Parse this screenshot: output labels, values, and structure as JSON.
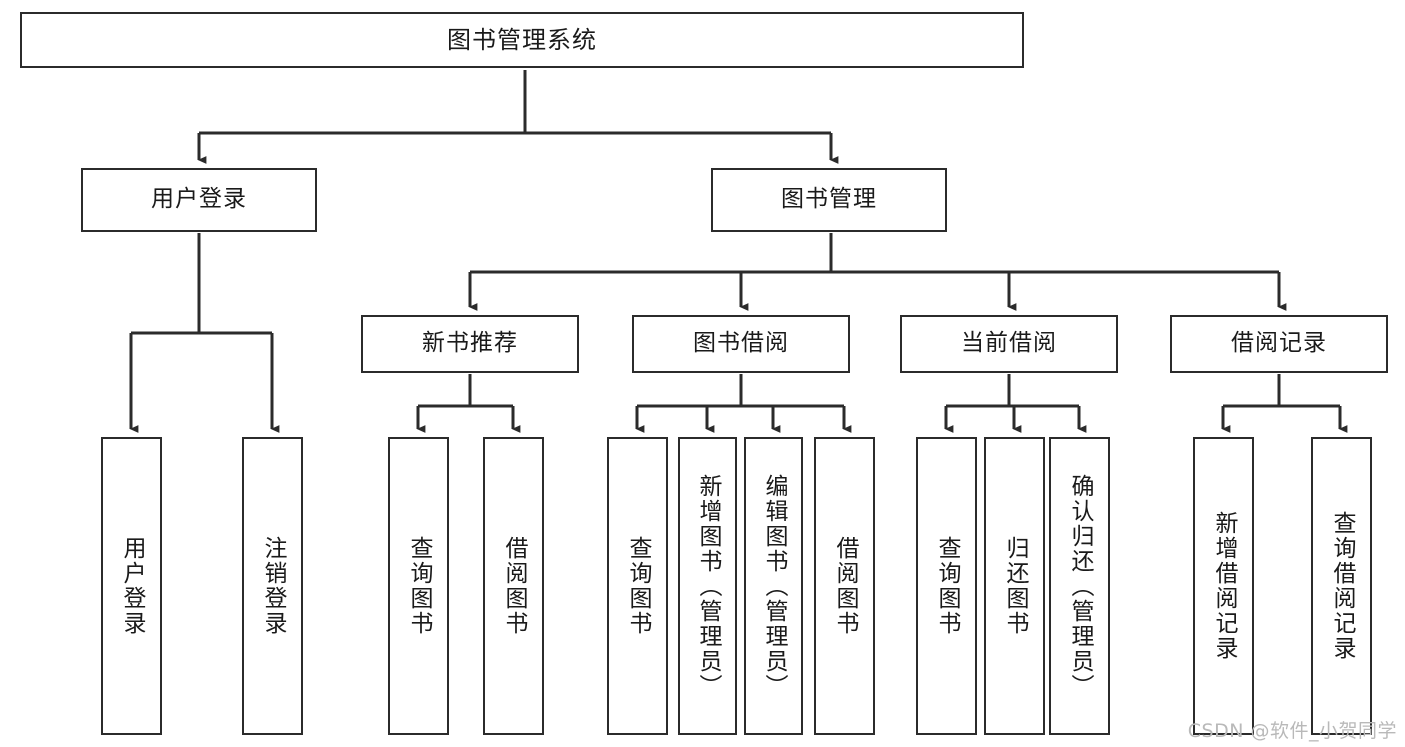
{
  "diagram": {
    "type": "tree",
    "title": "图书管理系统",
    "orientation": "top-down",
    "colors": {
      "box_border": "#2b2b2b",
      "box_fill": "#ffffff",
      "connector": "#2b2b2b",
      "text": "#1a1a1a",
      "watermark": "#b9b9b9",
      "background": "#ffffff"
    },
    "root": {
      "label": "图书管理系统"
    },
    "level2": [
      {
        "id": "user-login",
        "label": "用户登录"
      },
      {
        "id": "book-manage",
        "label": "图书管理"
      }
    ],
    "level3": [
      {
        "id": "new-book-recommend",
        "label": "新书推荐"
      },
      {
        "id": "book-borrow",
        "label": "图书借阅"
      },
      {
        "id": "current-borrow",
        "label": "当前借阅"
      },
      {
        "id": "borrow-record",
        "label": "借阅记录"
      }
    ],
    "leaves": {
      "user_login": [
        {
          "id": "leaf-user-login",
          "label": "用户登录"
        },
        {
          "id": "leaf-logout-login",
          "label": "注销登录"
        }
      ],
      "new_book_recommend": [
        {
          "id": "leaf-query-book-1",
          "label": "查询图书"
        },
        {
          "id": "leaf-borrow-book-1",
          "label": "借阅图书"
        }
      ],
      "book_borrow": [
        {
          "id": "leaf-query-book-2",
          "label": "查询图书"
        },
        {
          "id": "leaf-add-book",
          "label": "新增图书（管理员）"
        },
        {
          "id": "leaf-edit-book",
          "label": "编辑图书（管理员）"
        },
        {
          "id": "leaf-borrow-book-2",
          "label": "借阅图书"
        }
      ],
      "current_borrow": [
        {
          "id": "leaf-query-book-3",
          "label": "查询图书"
        },
        {
          "id": "leaf-return-book",
          "label": "归还图书"
        },
        {
          "id": "leaf-confirm-return",
          "label": "确认归还（管理员）"
        }
      ],
      "borrow_record": [
        {
          "id": "leaf-add-record",
          "label": "新增借阅记录"
        },
        {
          "id": "leaf-query-record",
          "label": "查询借阅记录"
        }
      ]
    }
  },
  "watermark": {
    "text": "CSDN @软件_小贺同学"
  }
}
